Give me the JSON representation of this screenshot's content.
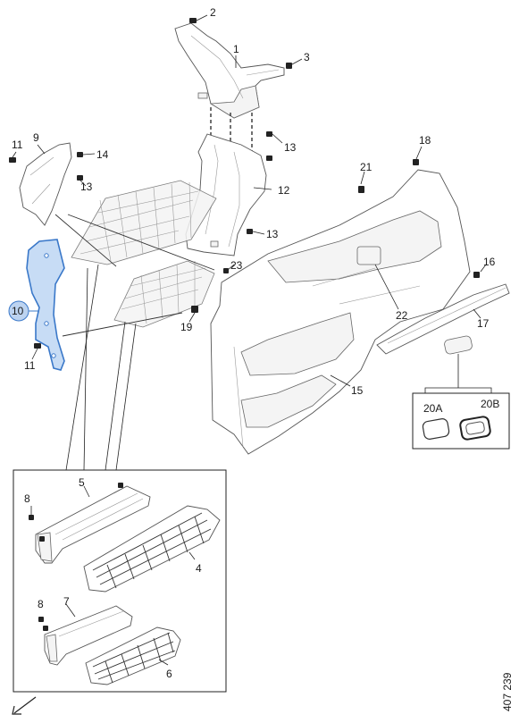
{
  "diagram": {
    "callouts": {
      "c1": "1",
      "c2": "2",
      "c3": "3",
      "c4": "4",
      "c5": "5",
      "c6": "6",
      "c7": "7",
      "c8a": "8",
      "c8b": "8",
      "c9": "9",
      "c10": "10",
      "c11a": "11",
      "c11b": "11",
      "c12": "12",
      "c13a": "13",
      "c13b": "13",
      "c13c": "13",
      "c14": "14",
      "c15": "15",
      "c16": "16",
      "c17": "17",
      "c18": "18",
      "c19": "19",
      "c20a": "20A",
      "c20b": "20B",
      "c21": "21",
      "c22": "22",
      "c23": "23"
    },
    "figure_number": "407 239",
    "highlighted_part": "10",
    "highlight_color": "#3a78c9",
    "highlight_fill": "#c7dcf5"
  }
}
